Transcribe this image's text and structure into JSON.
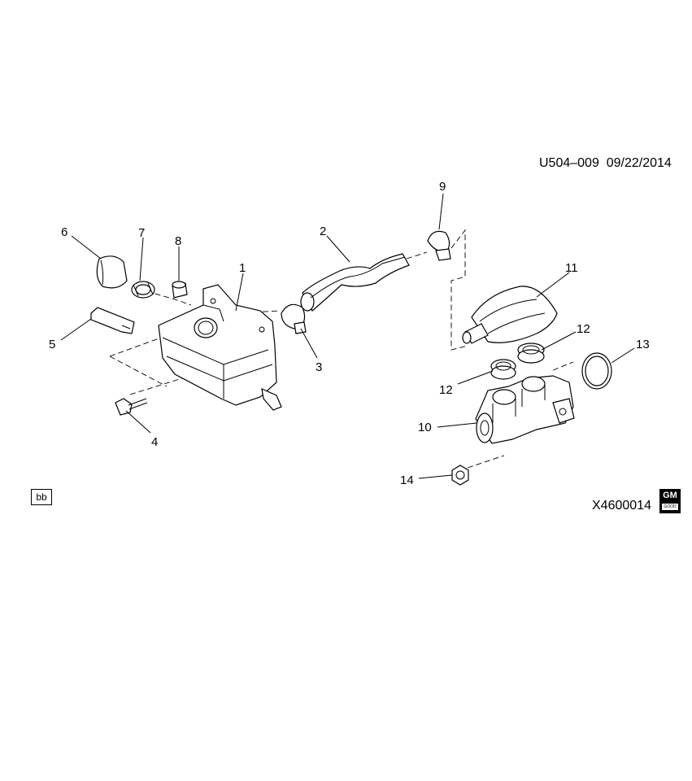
{
  "document": {
    "code": "U504–009",
    "date": "09/22/2014",
    "illustration_number": "X4600014",
    "section_tag": "bb",
    "logo": {
      "name": "gm-logo",
      "text": "GM",
      "subtext": "GOOD"
    }
  },
  "callouts": [
    {
      "id": "callout-1",
      "label": "1"
    },
    {
      "id": "callout-2",
      "label": "2"
    },
    {
      "id": "callout-3",
      "label": "3"
    },
    {
      "id": "callout-4",
      "label": "4"
    },
    {
      "id": "callout-5",
      "label": "5"
    },
    {
      "id": "callout-6",
      "label": "6"
    },
    {
      "id": "callout-7",
      "label": "7"
    },
    {
      "id": "callout-8",
      "label": "8"
    },
    {
      "id": "callout-9",
      "label": "9"
    },
    {
      "id": "callout-10",
      "label": "10"
    },
    {
      "id": "callout-11",
      "label": "11"
    },
    {
      "id": "callout-12a",
      "label": "12"
    },
    {
      "id": "callout-12b",
      "label": "12"
    },
    {
      "id": "callout-13",
      "label": "13"
    },
    {
      "id": "callout-14",
      "label": "14"
    }
  ]
}
